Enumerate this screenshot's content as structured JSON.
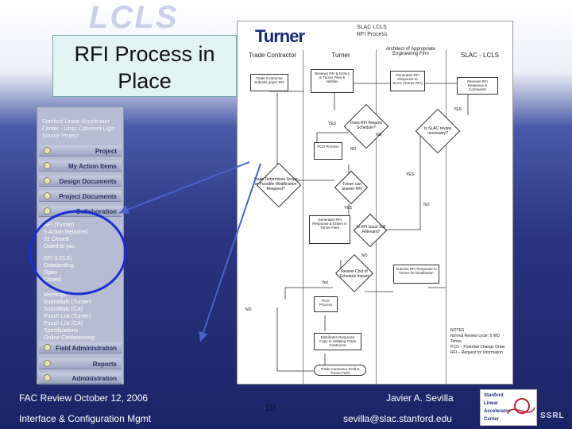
{
  "slide": {
    "title_line1": "RFI Process in",
    "title_line2": "Place",
    "logo_text": "LCLS",
    "page_number": "10"
  },
  "footer": {
    "left_line1": "FAC Review October 12, 2006",
    "left_line2": "Interface & Configuration Mgmt",
    "right_line1": "Javier A. Sevilla",
    "right_line2": "sevilla@slac.stanford.edu",
    "badge": "SSRL"
  },
  "sidebar": {
    "org_line1": "Stanford Linear Accelerator",
    "org_line2": "Center - Linac Coherent Light",
    "org_line3": "Source Project",
    "nav": [
      "Project",
      "My Action Items",
      "Design Documents",
      "Project Documents",
      "Collaboration"
    ],
    "rfi_group": [
      "RFI (Turner)",
      "5 Action Required",
      "32 Closed",
      "Owed to you"
    ],
    "rfi_group2": [
      "RFI (LCLS)",
      "Outstanding",
      "Open",
      "Closed"
    ],
    "more_items": [
      "Meetings",
      "Submittals (Turner)",
      "Submittals (CA)",
      "Punch List (Turner)",
      "Punch List (CA)",
      "Specifications",
      "Online Conferencing"
    ],
    "nav_bottom": [
      "Field Administration",
      "Reports",
      "Administration"
    ]
  },
  "flow": {
    "brand": "Turner",
    "header_right_line1": "SLAC LCLS",
    "header_right_line2": "RFI Process",
    "col_trade": "Trade Contractor",
    "col_turner": "Turner",
    "col_architect": "Architect of Appropriate Engineering Firm",
    "col_slac": "SLAC - LCLS",
    "boxes": {
      "b1": "Trade Contractor Submits paper RFI",
      "b2": "Reviews RFI & Enters in Turner Files & Notifies",
      "b3": "Generates RFI Response to SLAC (Turner RFI)",
      "b4": "Reviews RFI Response & Comments",
      "b5": "PCO Process",
      "b6": "Turner can answer RFI",
      "b7": "Generates RFI Response & Enters in Turner Files",
      "b8": "Is RFI Issue Still Relevant?",
      "b9": "Review Cost of Schedule Impact",
      "b10": "Submits RFI Response to Turner for Distribution",
      "b11": "PCO Process",
      "b12": "Distributes Response Copy to Initiating Trade Contractor",
      "b13": "Trade Contractor Field & Turner Field",
      "d1": "Does RFI Require Schedule?",
      "d2": "Is SLAC review necessary?",
      "d3": "Trade Determines Scope or Possible Modification Required?"
    },
    "labels": {
      "yes1": "YES",
      "yes2": "YES",
      "yes3": "YES",
      "yes4": "YES",
      "yes5": "Yes",
      "no1": "NO",
      "no2": "NO",
      "no3": "NO",
      "no4": "NO",
      "no5": "NO"
    },
    "notes_line1": "NOTES",
    "notes_line2": "Normal Review cycle: 5 WD",
    "notes_line3": "Terms",
    "notes_line4": "PCO – Potential Change Order",
    "notes_line5": "RFI – Request for Information"
  },
  "slac_logo": {
    "line1": "Stanford",
    "line2": "Linear",
    "line3": "Accelerator",
    "line4": "Center"
  },
  "colors": {
    "title_box": "#e3f3f2",
    "highlight_oval": "#1a2fd0",
    "arrow": "#4a63c8"
  }
}
